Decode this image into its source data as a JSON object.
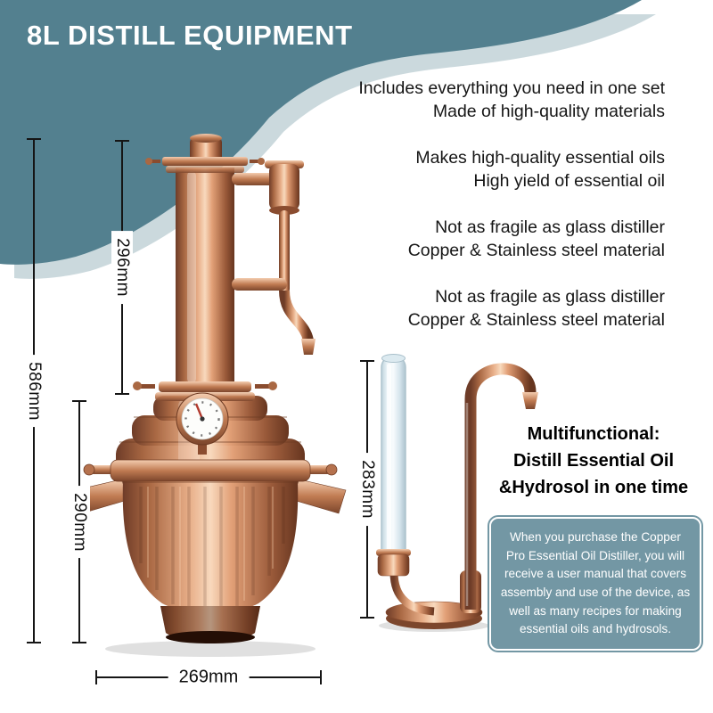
{
  "header": {
    "title": "8L DISTILL EQUIPMENT"
  },
  "features": [
    {
      "line1": "Includes everything you need in one set",
      "line2": "Made of high-quality materials"
    },
    {
      "line1": "Makes high-quality essential oils",
      "line2": "High yield of essential oil"
    },
    {
      "line1": "Not as fragile as glass distiller",
      "line2": "Copper & Stainless steel material"
    },
    {
      "line1": "Not as fragile as glass distiller",
      "line2": "Copper & Stainless steel material"
    }
  ],
  "multifunctional": {
    "line1": "Multifunctional:",
    "line2": "Distill Essential Oil",
    "line3": "&Hydrosol in one time"
  },
  "info_box": {
    "text": "When you purchase the Copper Pro Essential Oil Distiller, you will receive a user manual that covers assembly and use of the device, as well as many recipes for making essential oils and hydrosols."
  },
  "dimensions": {
    "column_height": "296mm",
    "total_height": "586mm",
    "pot_height": "290mm",
    "condenser_height": "283mm",
    "base_width": "269mm"
  },
  "colors": {
    "wave_teal": "#53808F",
    "info_box_teal": "#7397A4",
    "copper": "#C9825A",
    "text": "#141414"
  }
}
